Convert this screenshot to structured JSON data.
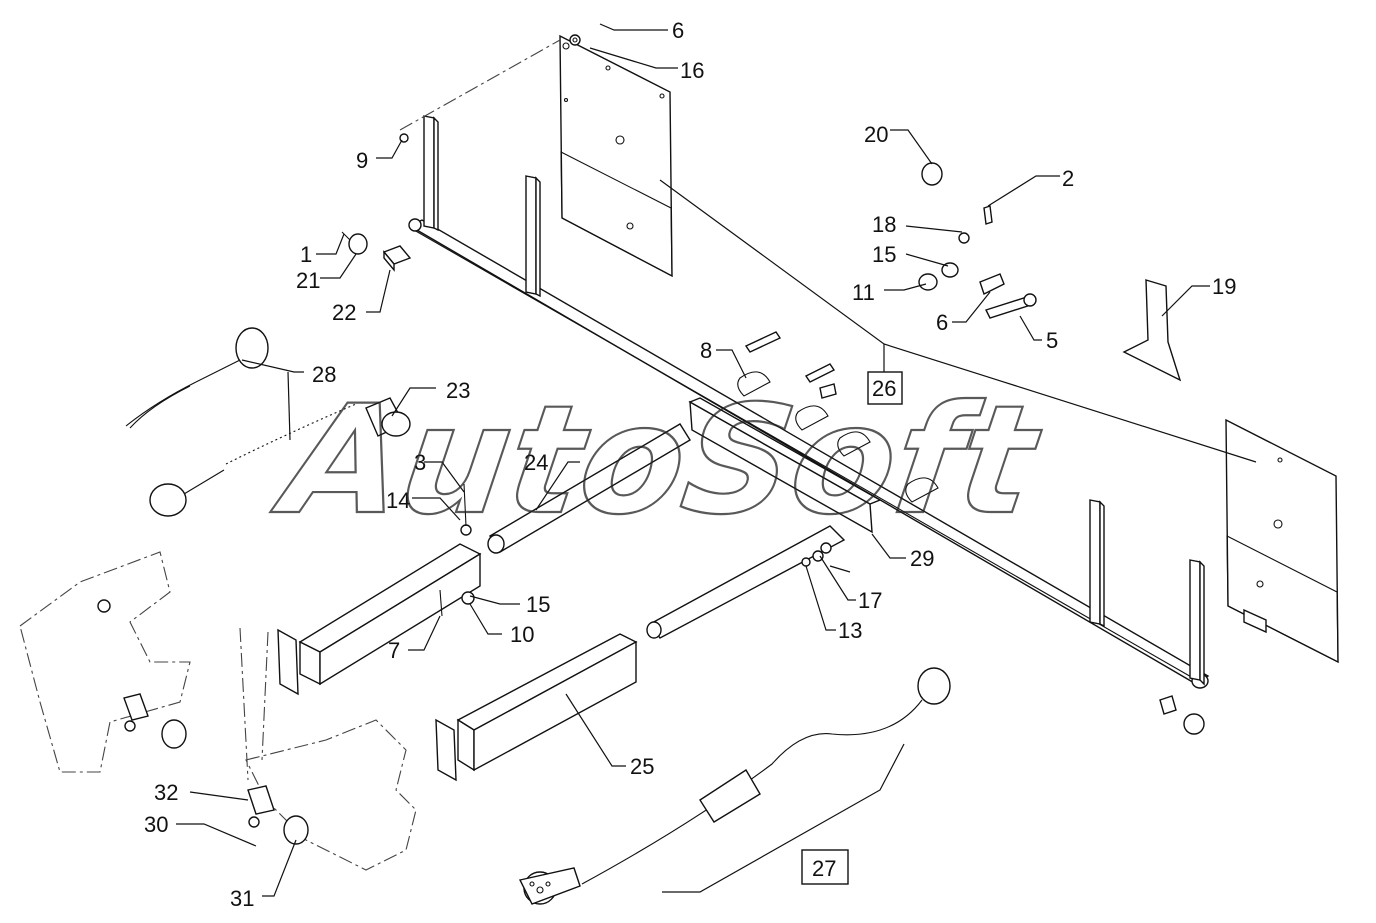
{
  "watermark": "AutoSoft",
  "labels": [
    {
      "id": "1",
      "text": "1"
    },
    {
      "id": "2",
      "text": "2"
    },
    {
      "id": "3",
      "text": "3"
    },
    {
      "id": "5",
      "text": "5"
    },
    {
      "id": "6a",
      "text": "6"
    },
    {
      "id": "6b",
      "text": "6"
    },
    {
      "id": "7",
      "text": "7"
    },
    {
      "id": "8",
      "text": "8"
    },
    {
      "id": "9",
      "text": "9"
    },
    {
      "id": "10",
      "text": "10"
    },
    {
      "id": "11",
      "text": "11"
    },
    {
      "id": "13",
      "text": "13"
    },
    {
      "id": "14",
      "text": "14"
    },
    {
      "id": "15a",
      "text": "15"
    },
    {
      "id": "15b",
      "text": "15"
    },
    {
      "id": "16",
      "text": "16"
    },
    {
      "id": "17",
      "text": "17"
    },
    {
      "id": "18",
      "text": "18"
    },
    {
      "id": "19",
      "text": "19"
    },
    {
      "id": "20",
      "text": "20"
    },
    {
      "id": "21",
      "text": "21"
    },
    {
      "id": "22",
      "text": "22"
    },
    {
      "id": "23",
      "text": "23"
    },
    {
      "id": "24",
      "text": "24"
    },
    {
      "id": "25",
      "text": "25"
    },
    {
      "id": "26",
      "text": "26",
      "boxed": true
    },
    {
      "id": "27",
      "text": "27",
      "boxed": true
    },
    {
      "id": "28",
      "text": "28"
    },
    {
      "id": "29",
      "text": "29"
    },
    {
      "id": "30",
      "text": "30"
    },
    {
      "id": "31",
      "text": "31"
    },
    {
      "id": "32",
      "text": "32"
    }
  ]
}
